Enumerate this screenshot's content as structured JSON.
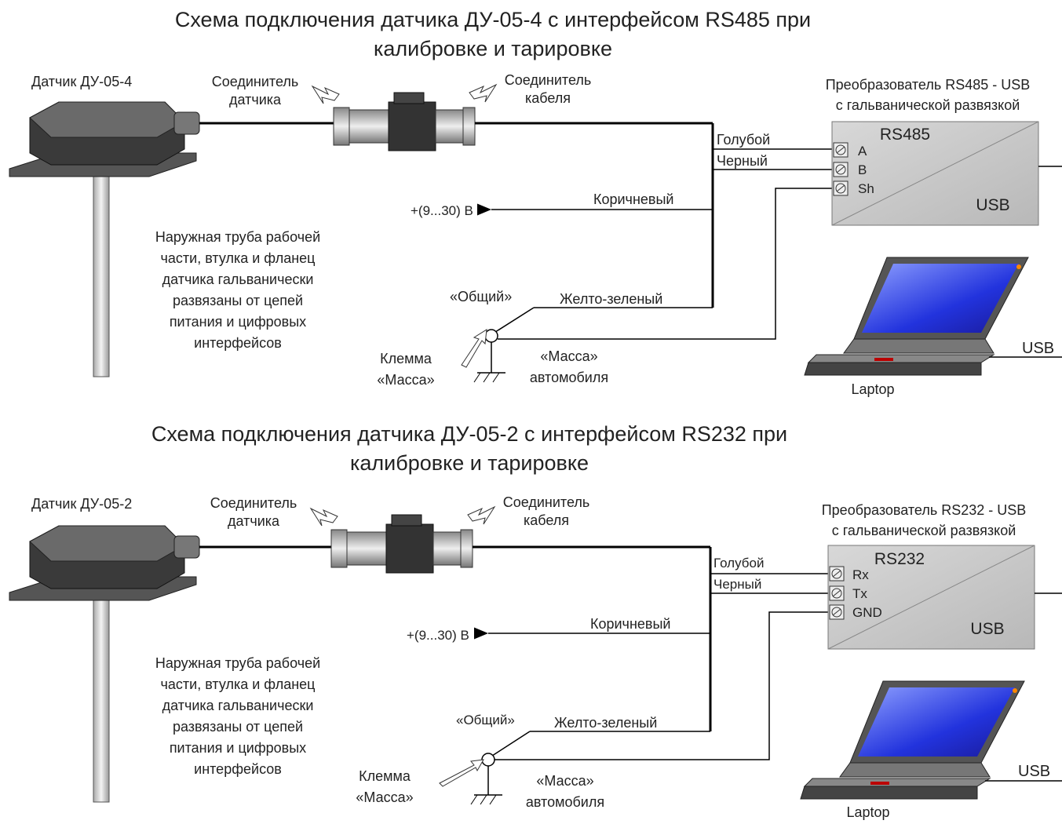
{
  "diagram_top": {
    "title_line1": "Схема подключения датчика ДУ-05-4 с интерфейсом RS485 при",
    "title_line2": "калибровке и тарировке",
    "sensor_label": "Датчик ДУ-05-4",
    "sensor_connector_line1": "Соединитель",
    "sensor_connector_line2": "датчика",
    "cable_connector_line1": "Соединитель",
    "cable_connector_line2": "кабеля",
    "converter_title_line1": "Преобразователь RS485 - USB",
    "converter_title_line2": "с гальванической развязкой",
    "converter_name": "RS485",
    "converter_usb": "USB",
    "pins": [
      "A",
      "B",
      "Sh"
    ],
    "wire_blue": "Голубой",
    "wire_black": "Черный",
    "wire_brown": "Коричневый",
    "wire_yellow_green": "Желто-зеленый",
    "supply": "+(9...30) В",
    "common": "«Общий»",
    "terminal_line1": "Клемма",
    "terminal_line2": "«Масса»",
    "ground_line1": "«Масса»",
    "ground_line2": "автомобиля",
    "note": [
      "Наружная труба рабочей",
      "части, втулка и фланец",
      "датчика гальванически",
      "развязаны от цепей",
      "питания и  цифровых",
      "интерфейсов"
    ],
    "laptop": "Laptop",
    "laptop_usb": "USB"
  },
  "diagram_bottom": {
    "title_line1": "Схема подключения датчика ДУ-05-2 с интерфейсом RS232 при",
    "title_line2": "калибровке и тарировке",
    "sensor_label": "Датчик ДУ-05-2",
    "sensor_connector_line1": "Соединитель",
    "sensor_connector_line2": "датчика",
    "cable_connector_line1": "Соединитель",
    "cable_connector_line2": "кабеля",
    "converter_title_line1": "Преобразователь RS232 - USB",
    "converter_title_line2": "с гальванической развязкой",
    "converter_name": "RS232",
    "converter_usb": "USB",
    "pins": [
      "Rx",
      "Tx",
      "GND"
    ],
    "wire_blue": "Голубой",
    "wire_black": "Черный",
    "wire_brown": "Коричневый",
    "wire_yellow_green": "Желто-зеленый",
    "supply": "+(9...30) В",
    "common": "«Общий»",
    "terminal_line1": "Клемма",
    "terminal_line2": "«Масса»",
    "ground_line1": "«Масса»",
    "ground_line2": "автомобиля",
    "note": [
      "Наружная труба рабочей",
      "части, втулка и фланец",
      "датчика гальванически",
      "развязаны от цепей",
      "питания и  цифровых",
      "интерфейсов"
    ],
    "laptop": "Laptop",
    "laptop_usb": "USB"
  },
  "colors": {
    "sensor_dark": "#3a3a3a",
    "converter_fill": "#c8c8c8",
    "screen_blue": "#2233dd",
    "wire": "#000000"
  }
}
